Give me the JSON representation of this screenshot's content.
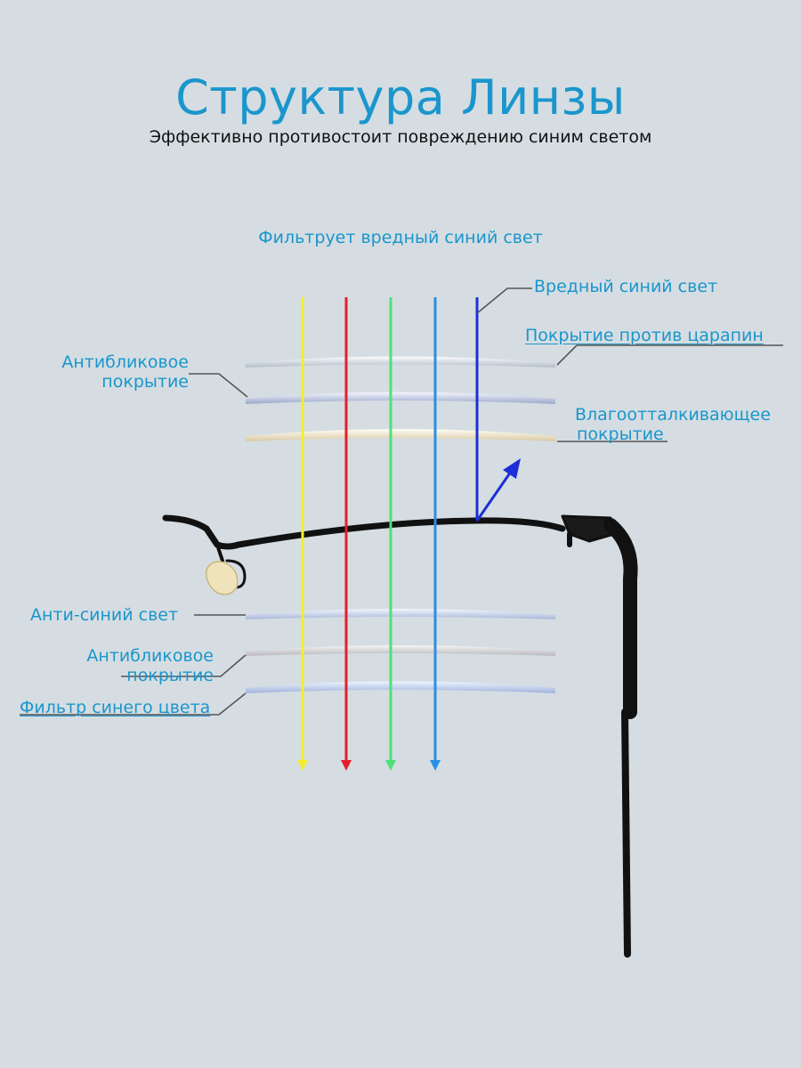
{
  "header": {
    "title": "Структура Линзы",
    "subtitle": "Эффективно противостоит повреждению синим светом"
  },
  "labels": {
    "filter_top": "Фильтрует вредный синий свет",
    "harmful_blue": "Вредный синий свет",
    "scratch": "Покрытие против царапин",
    "antiglare_top_1": "Антибликовое",
    "antiglare_top_2": "покрытие",
    "water_1": "Влагоотталкивающее",
    "water_2": "покрытие",
    "anti_blue": "Анти-синий свет",
    "antiglare_bottom_1": "Антибликовое",
    "antiglare_bottom_2": "покрытие",
    "blue_filter": "Фильтр синего цвета"
  },
  "colors": {
    "label": "#1a96cc",
    "ray_yellow": "#f2ee2e",
    "ray_red": "#e3202b",
    "ray_green": "#4fe07a",
    "ray_blue": "#2a8fe6",
    "ray_harmful": "#1c2fd8",
    "frame": "#111111"
  }
}
